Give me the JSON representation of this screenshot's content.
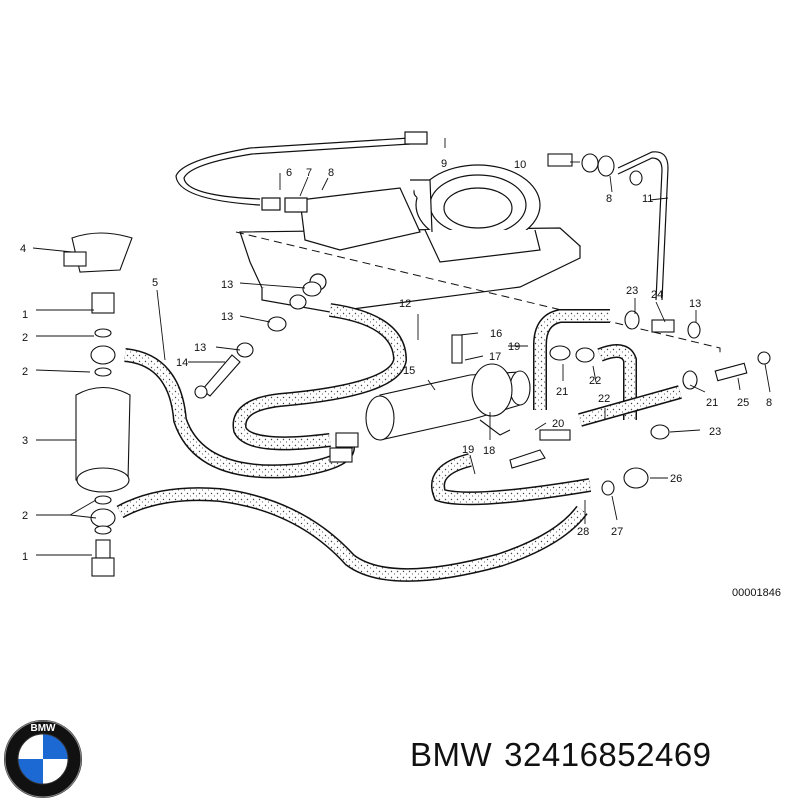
{
  "diagram": {
    "reference_number": "00001846",
    "callouts": [
      {
        "id": "c1a",
        "text": "1"
      },
      {
        "id": "c1b",
        "text": "1"
      },
      {
        "id": "c2a",
        "text": "2"
      },
      {
        "id": "c2b",
        "text": "2"
      },
      {
        "id": "c2c",
        "text": "2"
      },
      {
        "id": "c3",
        "text": "3"
      },
      {
        "id": "c4",
        "text": "4"
      },
      {
        "id": "c5",
        "text": "5"
      },
      {
        "id": "c6",
        "text": "6"
      },
      {
        "id": "c7",
        "text": "7"
      },
      {
        "id": "c8a",
        "text": "8"
      },
      {
        "id": "c8b",
        "text": "8"
      },
      {
        "id": "c8c",
        "text": "8"
      },
      {
        "id": "c9",
        "text": "9"
      },
      {
        "id": "c10",
        "text": "10"
      },
      {
        "id": "c11",
        "text": "11"
      },
      {
        "id": "c12",
        "text": "12"
      },
      {
        "id": "c13a",
        "text": "13"
      },
      {
        "id": "c13b",
        "text": "13"
      },
      {
        "id": "c13c",
        "text": "13"
      },
      {
        "id": "c13d",
        "text": "13"
      },
      {
        "id": "c14",
        "text": "14"
      },
      {
        "id": "c15",
        "text": "15"
      },
      {
        "id": "c16",
        "text": "16"
      },
      {
        "id": "c17",
        "text": "17"
      },
      {
        "id": "c18",
        "text": "18"
      },
      {
        "id": "c19a",
        "text": "19"
      },
      {
        "id": "c19b",
        "text": "19"
      },
      {
        "id": "c20",
        "text": "20"
      },
      {
        "id": "c21a",
        "text": "21"
      },
      {
        "id": "c21b",
        "text": "21"
      },
      {
        "id": "c22a",
        "text": "22"
      },
      {
        "id": "c22b",
        "text": "22"
      },
      {
        "id": "c23a",
        "text": "23"
      },
      {
        "id": "c23b",
        "text": "23"
      },
      {
        "id": "c24",
        "text": "24"
      },
      {
        "id": "c25",
        "text": "25"
      },
      {
        "id": "c26",
        "text": "26"
      },
      {
        "id": "c27",
        "text": "27"
      },
      {
        "id": "c28",
        "text": "28"
      }
    ]
  },
  "brand": {
    "name": "BMW",
    "part_number": "32416852469",
    "logo_text": "BMW",
    "colors": {
      "logo_blue": "#1c69d4",
      "logo_ring": "#111111",
      "line": "#111111"
    }
  }
}
